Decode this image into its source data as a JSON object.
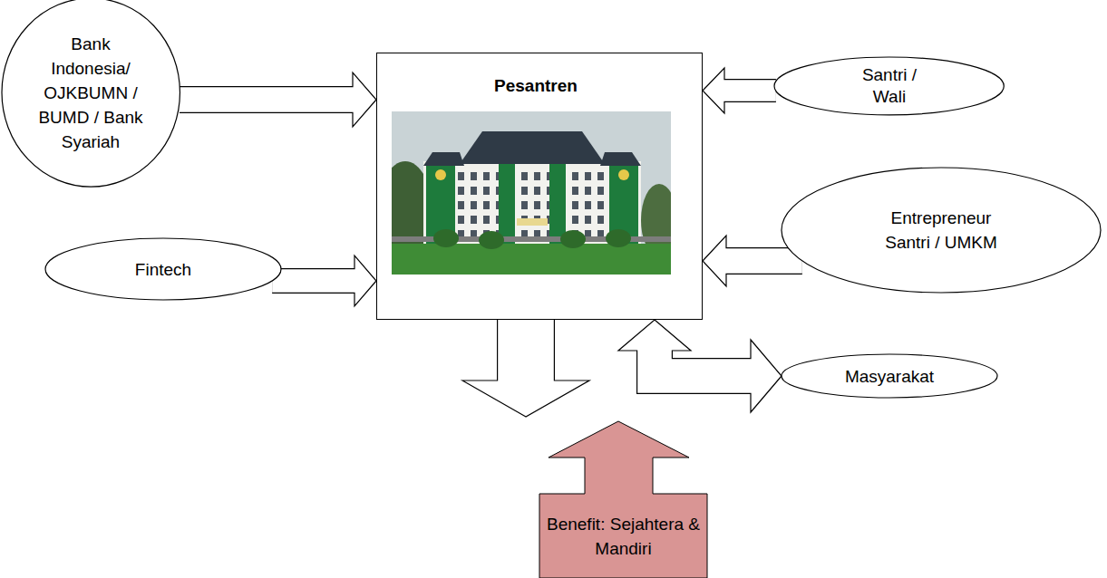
{
  "diagram": {
    "nodes": [
      {
        "text": [
          "Bank Indonesia/ OJKBUMN / BUMD / Bank Syariah"
        ]
      },
      {
        "text": [
          "Pesantren"
        ]
      },
      {
        "text": [
          "Santri / Wali"
        ]
      },
      {
        "text": [
          "Fintech"
        ]
      },
      {
        "text": [
          "Entrepreneur Santri / UMKM"
        ]
      },
      {
        "text": [
          "Masyarakat"
        ]
      },
      {
        "text": [
          "Benefit: Sejahtera & Mandiri"
        ]
      }
    ],
    "edges": [
      {
        "from": 0,
        "to": 1,
        "arrow": "to"
      },
      {
        "from": 2,
        "to": 1,
        "arrow": "to"
      },
      {
        "from": 3,
        "to": 1,
        "arrow": "to"
      },
      {
        "from": 4,
        "to": 1,
        "arrow": "to"
      },
      {
        "from": 1,
        "to": 5,
        "arrow": "both"
      },
      {
        "from": 1,
        "to": 6,
        "arrow": "to"
      }
    ]
  }
}
